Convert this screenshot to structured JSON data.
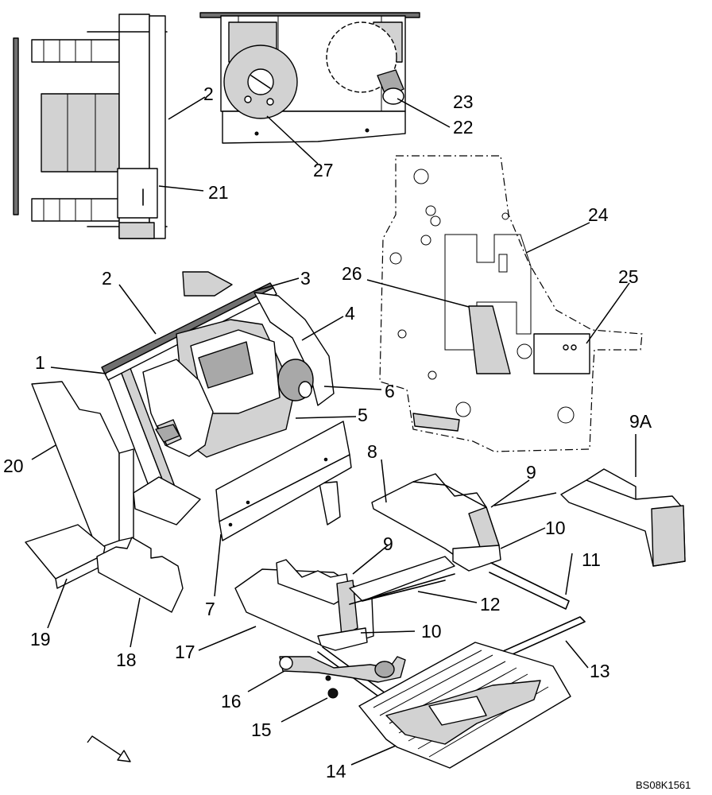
{
  "diagram": {
    "reference_code": "BS08K1561",
    "callouts": [
      "1",
      "2",
      "3",
      "4",
      "5",
      "6",
      "7",
      "8",
      "9",
      "9A",
      "10",
      "11",
      "12",
      "13",
      "14",
      "15",
      "16",
      "17",
      "18",
      "19",
      "20",
      "21",
      "22",
      "23",
      "24",
      "25",
      "26",
      "27"
    ],
    "callout_lookup": {
      "c1": "1",
      "c2a": "2",
      "c2b": "2",
      "c3": "3",
      "c4": "4",
      "c5": "5",
      "c6": "6",
      "c7": "7",
      "c8": "8",
      "c9a": "9",
      "c9b": "9",
      "c9A": "9A",
      "c10a": "10",
      "c10b": "10",
      "c11": "11",
      "c12": "12",
      "c13": "13",
      "c14": "14",
      "c15": "15",
      "c16": "16",
      "c17": "17",
      "c18": "18",
      "c19": "19",
      "c20": "20",
      "c21": "21",
      "c22": "22",
      "c23": "23",
      "c24": "24",
      "c25": "25",
      "c26": "26",
      "c27": "27"
    }
  }
}
